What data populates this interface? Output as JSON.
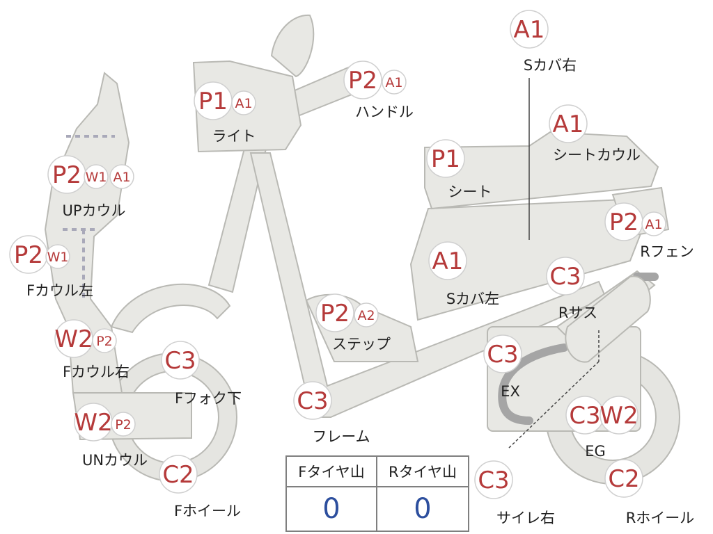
{
  "diagram": {
    "parts": [
      {
        "label": "Sカバ右",
        "badges": [
          {
            "code": "A1"
          }
        ]
      },
      {
        "label": "ライト",
        "badges": [
          {
            "code": "P1"
          },
          {
            "code": "A1"
          }
        ]
      },
      {
        "label": "ハンドル",
        "badges": [
          {
            "code": "P2"
          },
          {
            "code": "A1"
          }
        ]
      },
      {
        "label": "シートカウル",
        "badges": [
          {
            "code": "A1"
          }
        ]
      },
      {
        "label": "シート",
        "badges": [
          {
            "code": "P1"
          }
        ]
      },
      {
        "label": "UPカウル",
        "badges": [
          {
            "code": "P2"
          },
          {
            "code": "W1"
          },
          {
            "code": "A1"
          }
        ]
      },
      {
        "label": "Fカウル左",
        "badges": [
          {
            "code": "P2"
          },
          {
            "code": "W1"
          }
        ]
      },
      {
        "label": "Rフェン",
        "badges": [
          {
            "code": "P2"
          },
          {
            "code": "A1"
          }
        ]
      },
      {
        "label": "Sカバ左",
        "badges": [
          {
            "code": "A1"
          }
        ]
      },
      {
        "label": "Rサス",
        "badges": [
          {
            "code": "C3"
          }
        ]
      },
      {
        "label": "ステップ",
        "badges": [
          {
            "code": "P2"
          },
          {
            "code": "A2"
          }
        ]
      },
      {
        "label": "Fカウル右",
        "badges": [
          {
            "code": "W2"
          },
          {
            "code": "P2"
          }
        ]
      },
      {
        "label": "Fフォク下",
        "badges": [
          {
            "code": "C3"
          }
        ]
      },
      {
        "label": "EX",
        "badges": [
          {
            "code": "C3"
          }
        ]
      },
      {
        "label": "フレーム",
        "badges": [
          {
            "code": "C3"
          }
        ]
      },
      {
        "label": "UNカウル",
        "badges": [
          {
            "code": "W2"
          },
          {
            "code": "P2"
          }
        ]
      },
      {
        "label": "EG",
        "badges": [
          {
            "code": "C3"
          },
          {
            "code": "W2"
          }
        ]
      },
      {
        "label": "Fホイール",
        "badges": [
          {
            "code": "C2"
          }
        ]
      },
      {
        "label": "サイレ右",
        "badges": [
          {
            "code": "C3"
          }
        ]
      },
      {
        "label": "Rホイール",
        "badges": [
          {
            "code": "C2"
          }
        ]
      }
    ]
  },
  "tire_table": {
    "front_header": "Fタイヤ山",
    "rear_header": "Rタイヤ山",
    "front_value": "0",
    "rear_value": "0"
  },
  "colors": {
    "badge_text": "#b53a3a",
    "tire_value": "#2d4f9e",
    "body_fill": "#e8e8e4"
  }
}
